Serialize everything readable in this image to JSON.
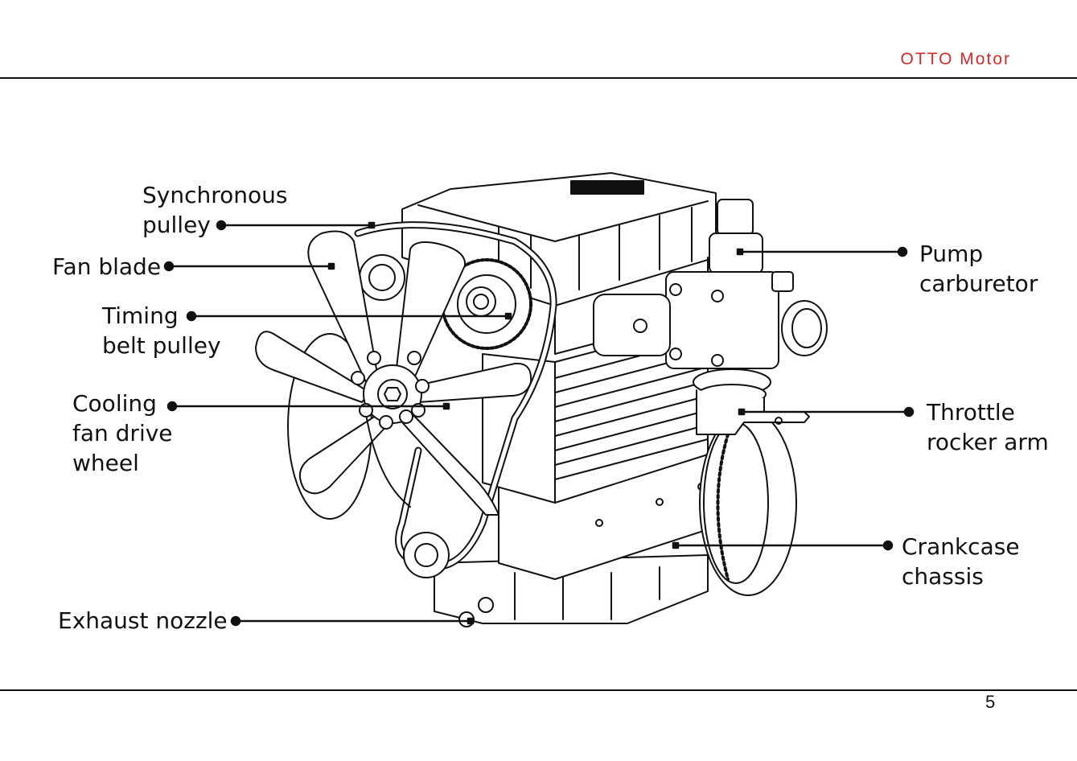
{
  "header": {
    "brand": "OTTO Motor"
  },
  "footer": {
    "page_number": "5"
  },
  "colors": {
    "brand": "#d42a2a",
    "ink": "#111111"
  },
  "labels": {
    "synchronous_pulley": [
      "Synchronous",
      "pulley"
    ],
    "fan_blade": [
      "Fan blade"
    ],
    "timing_belt_pulley": [
      "Timing",
      "belt pulley"
    ],
    "cooling_fan_drive_wheel": [
      "Cooling",
      "fan drive",
      "wheel"
    ],
    "exhaust_nozzle": [
      "Exhaust nozzle"
    ],
    "pump_carburetor": [
      "Pump",
      "carburetor"
    ],
    "throttle_rocker_arm": [
      "Throttle",
      "rocker arm"
    ],
    "crankcase_chassis": [
      "Crankcase",
      "chassis"
    ]
  }
}
